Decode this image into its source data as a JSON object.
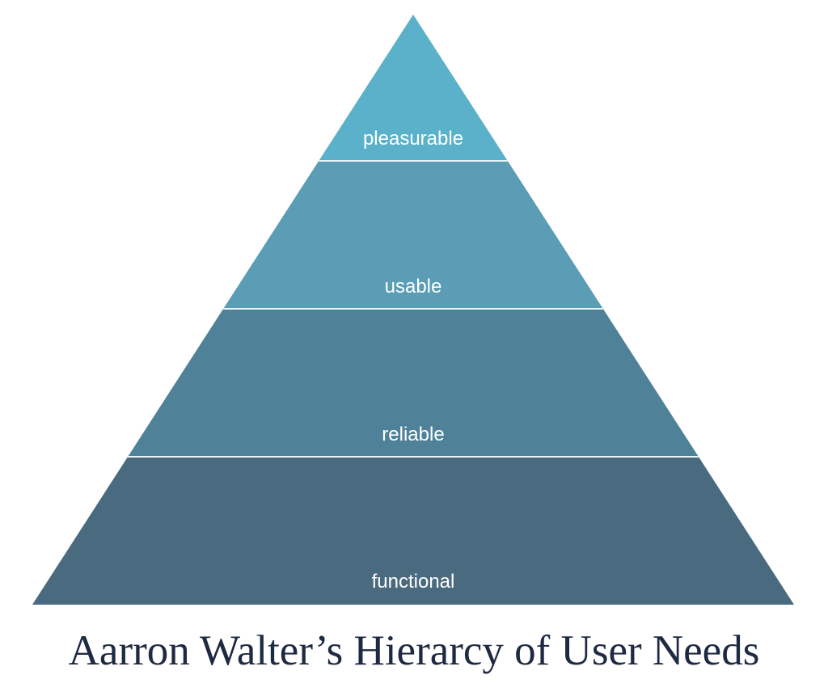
{
  "diagram": {
    "type": "pyramid",
    "layers": [
      {
        "label": "pleasurable",
        "color": "#5BB1CA"
      },
      {
        "label": "usable",
        "color": "#5A9DB5"
      },
      {
        "label": "reliable",
        "color": "#4F8299"
      },
      {
        "label": "functional",
        "color": "#4A6A80"
      }
    ],
    "divider_color": "#e8f4f8"
  },
  "title": "Aarron Walter’s Hierarcy of User Needs"
}
